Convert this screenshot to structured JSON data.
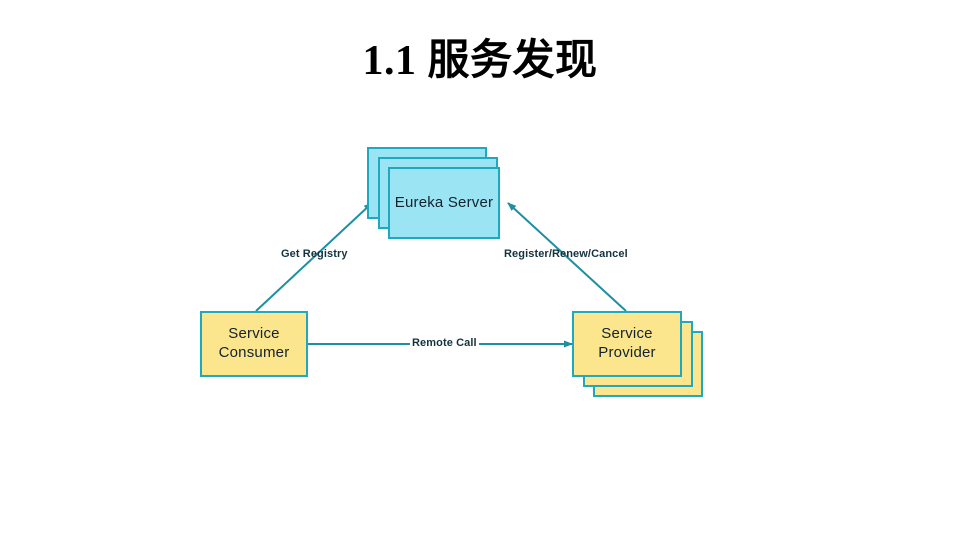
{
  "slide": {
    "title": "1.1 服务发现",
    "background_color": "#ffffff"
  },
  "diagram": {
    "type": "service-discovery-architecture",
    "colors": {
      "server_fill": "#9ae4f3",
      "service_fill": "#fbe68d",
      "border": "#1fa9bf",
      "arrow": "#1d8fa3",
      "label_text": "#14333f",
      "node_text": "#13222e"
    },
    "nodes": [
      {
        "id": "eureka-server",
        "label": "Eureka Server",
        "fill": "#9ae4f3",
        "stacked": true,
        "stack_count": 3
      },
      {
        "id": "service-consumer",
        "label": "Service\nConsumer",
        "fill": "#fbe68d",
        "stacked": false,
        "stack_count": 1
      },
      {
        "id": "service-provider",
        "label": "Service\nProvider",
        "fill": "#fbe68d",
        "stacked": true,
        "stack_count": 3
      }
    ],
    "edges": [
      {
        "id": "get-registry",
        "label": "Get Registry",
        "from": "service-consumer",
        "to": "eureka-server"
      },
      {
        "id": "register-renew-cancel",
        "label": "Register/Renew/Cancel",
        "from": "service-provider",
        "to": "eureka-server"
      },
      {
        "id": "remote-call",
        "label": "Remote Call",
        "from": "service-consumer",
        "to": "service-provider"
      }
    ]
  }
}
